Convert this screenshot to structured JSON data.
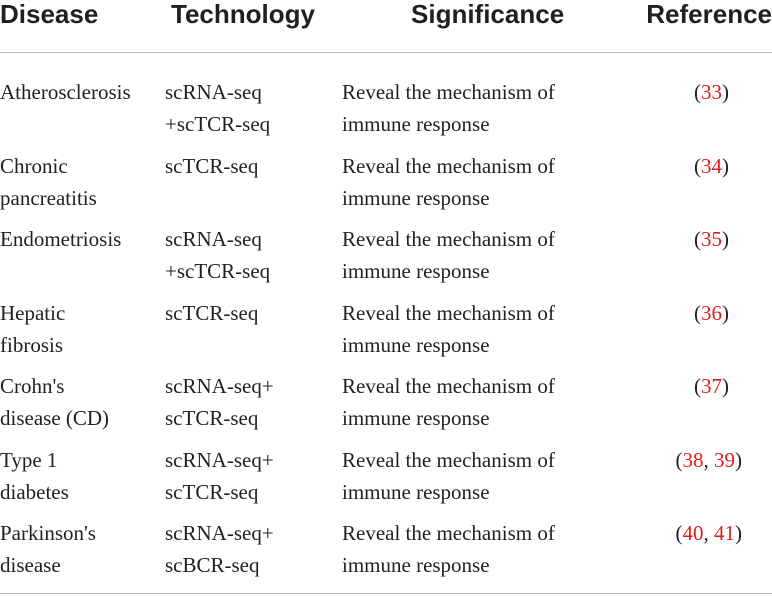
{
  "headers": {
    "disease": "Disease",
    "technology": "Technology",
    "significance": "Significance",
    "reference": "Reference"
  },
  "rows": [
    {
      "disease": [
        "Atherosclerosis"
      ],
      "technology": [
        "scRNA-seq",
        "+scTCR-seq"
      ],
      "significance": [
        "Reveal the mechanism of",
        "immune response"
      ],
      "reference": {
        "open": "(",
        "refs": [
          "33"
        ],
        "sep": ", ",
        "close": ")"
      }
    },
    {
      "disease": [
        "Chronic",
        "pancreatitis"
      ],
      "technology": [
        "scTCR-seq"
      ],
      "significance": [
        "Reveal the mechanism of",
        "immune response"
      ],
      "reference": {
        "open": "(",
        "refs": [
          "34"
        ],
        "sep": ", ",
        "close": ")"
      }
    },
    {
      "disease": [
        "Endometriosis"
      ],
      "technology": [
        "scRNA-seq",
        "+scTCR-seq"
      ],
      "significance": [
        "Reveal the mechanism of",
        "immune response"
      ],
      "reference": {
        "open": "(",
        "refs": [
          "35"
        ],
        "sep": ", ",
        "close": ")"
      }
    },
    {
      "disease": [
        "Hepatic",
        "fibrosis"
      ],
      "technology": [
        "scTCR-seq"
      ],
      "significance": [
        "Reveal the mechanism of",
        "immune response"
      ],
      "reference": {
        "open": "(",
        "refs": [
          "36"
        ],
        "sep": ", ",
        "close": ")"
      }
    },
    {
      "disease": [
        "Crohn's",
        "disease (CD)"
      ],
      "technology": [
        "scRNA-seq+",
        "scTCR-seq"
      ],
      "significance": [
        "Reveal the mechanism of",
        "immune response"
      ],
      "reference": {
        "open": "(",
        "refs": [
          "37"
        ],
        "sep": ", ",
        "close": ")"
      }
    },
    {
      "disease": [
        "Type 1",
        "diabetes"
      ],
      "technology": [
        "scRNA-seq+",
        "scTCR-seq"
      ],
      "significance": [
        "Reveal the mechanism of",
        "immune response"
      ],
      "reference": {
        "open": "(",
        "refs": [
          "38",
          "39"
        ],
        "sep": ", ",
        "close": ")"
      }
    },
    {
      "disease": [
        "Parkinson's",
        "disease"
      ],
      "technology": [
        "scRNA-seq+",
        "scBCR-seq"
      ],
      "significance": [
        "Reveal the mechanism of",
        "immune response"
      ],
      "reference": {
        "open": "(",
        "refs": [
          "40",
          "41"
        ],
        "sep": ", ",
        "close": ")"
      }
    }
  ],
  "colors": {
    "text": "#231f20",
    "link": "#e11d1d",
    "rule": "#b9b9b9"
  }
}
